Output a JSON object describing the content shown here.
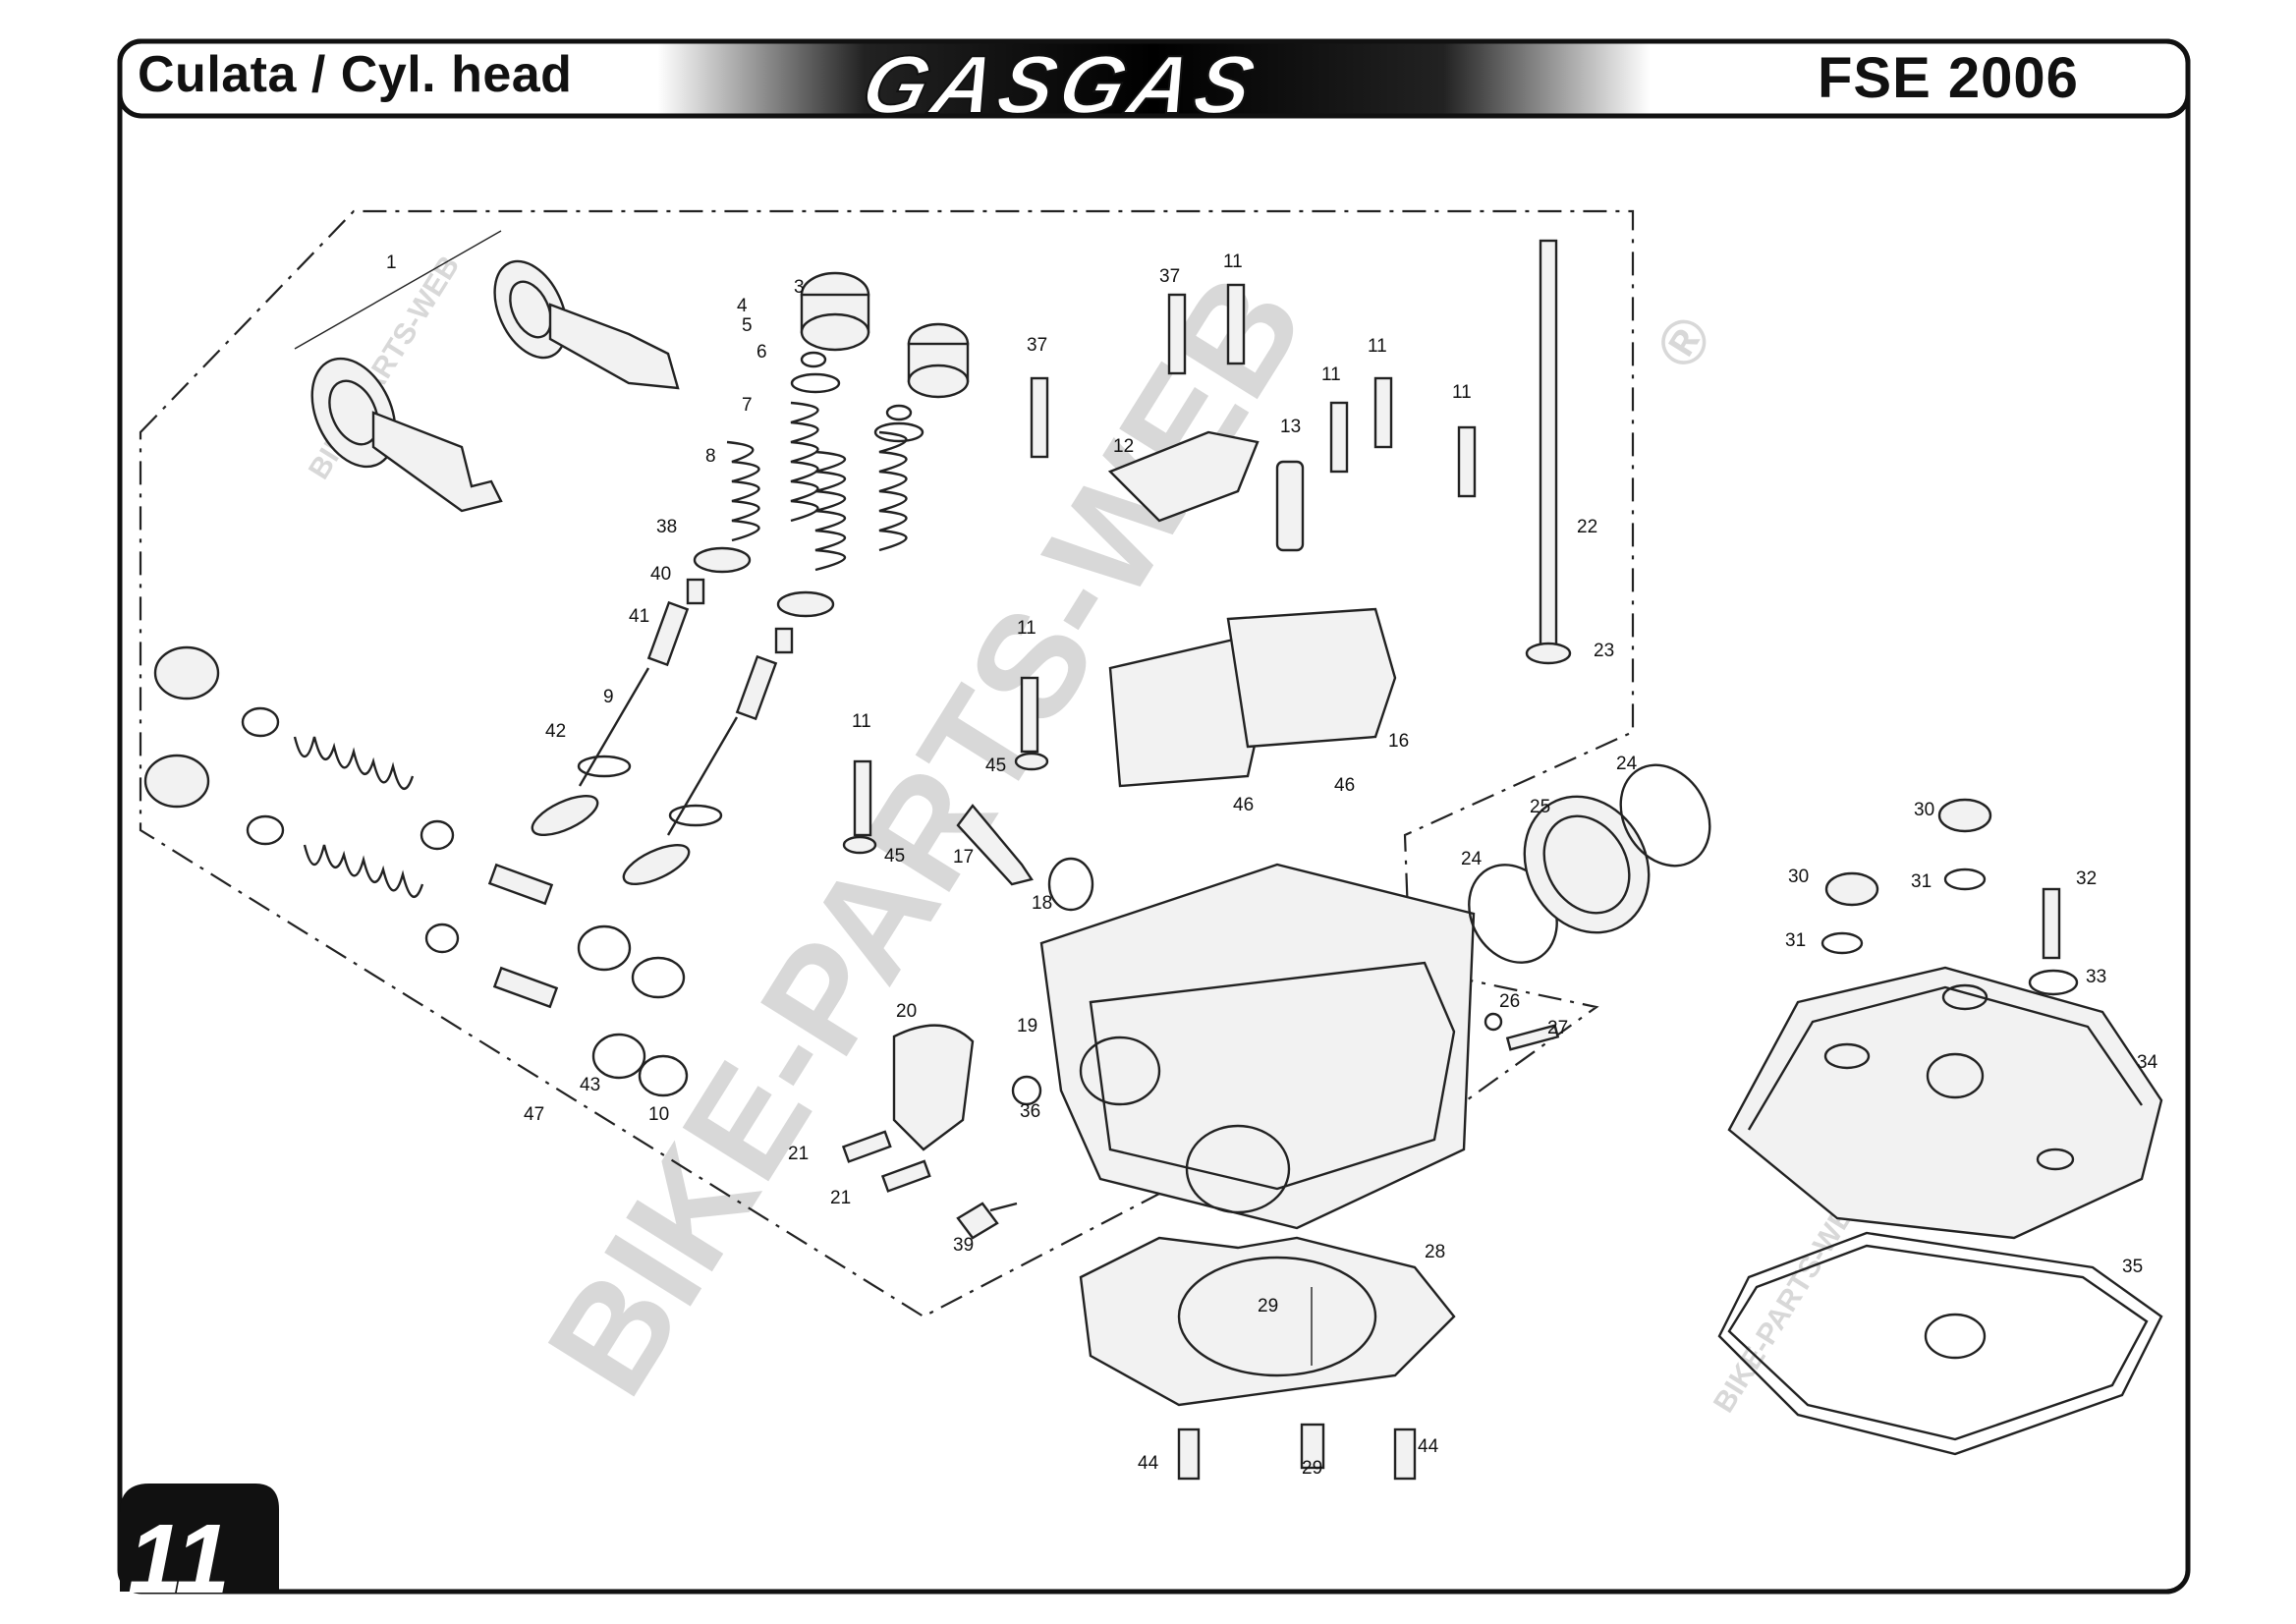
{
  "header": {
    "title_left": "Culata / Cyl. head",
    "brand": "GASGAS",
    "model": "FSE 2006"
  },
  "page_number": "11",
  "watermark": {
    "main": "BIKE-PARTS-WEB",
    "copyright": "®",
    "small": "BIKE-PARTS-WEB"
  },
  "labels": [
    {
      "id": "p1",
      "text": "1"
    },
    {
      "id": "p3",
      "text": "3"
    },
    {
      "id": "p4",
      "text": "4"
    },
    {
      "id": "p5",
      "text": "5"
    },
    {
      "id": "p6",
      "text": "6"
    },
    {
      "id": "p7",
      "text": "7"
    },
    {
      "id": "p8",
      "text": "8"
    },
    {
      "id": "p38",
      "text": "38"
    },
    {
      "id": "p40",
      "text": "40"
    },
    {
      "id": "p41",
      "text": "41"
    },
    {
      "id": "p9",
      "text": "9"
    },
    {
      "id": "p42",
      "text": "42"
    },
    {
      "id": "p47",
      "text": "47"
    },
    {
      "id": "p43",
      "text": "43"
    },
    {
      "id": "p10",
      "text": "10"
    },
    {
      "id": "p37a",
      "text": "37"
    },
    {
      "id": "p37b",
      "text": "37"
    },
    {
      "id": "p11a",
      "text": "11"
    },
    {
      "id": "p11b",
      "text": "11"
    },
    {
      "id": "p11c",
      "text": "11"
    },
    {
      "id": "p11d",
      "text": "11"
    },
    {
      "id": "p11e",
      "text": "11"
    },
    {
      "id": "p11f",
      "text": "11"
    },
    {
      "id": "p12",
      "text": "12"
    },
    {
      "id": "p13",
      "text": "13"
    },
    {
      "id": "p22",
      "text": "22"
    },
    {
      "id": "p23",
      "text": "23"
    },
    {
      "id": "p16",
      "text": "16"
    },
    {
      "id": "p46a",
      "text": "46"
    },
    {
      "id": "p46b",
      "text": "46"
    },
    {
      "id": "p45a",
      "text": "45"
    },
    {
      "id": "p45b",
      "text": "45"
    },
    {
      "id": "p17",
      "text": "17"
    },
    {
      "id": "p18",
      "text": "18"
    },
    {
      "id": "p24a",
      "text": "24"
    },
    {
      "id": "p24b",
      "text": "24"
    },
    {
      "id": "p25",
      "text": "25"
    },
    {
      "id": "p19",
      "text": "19"
    },
    {
      "id": "p20",
      "text": "20"
    },
    {
      "id": "p36",
      "text": "36"
    },
    {
      "id": "p21a",
      "text": "21"
    },
    {
      "id": "p21b",
      "text": "21"
    },
    {
      "id": "p39",
      "text": "39"
    },
    {
      "id": "p26",
      "text": "26"
    },
    {
      "id": "p27",
      "text": "27"
    },
    {
      "id": "p28",
      "text": "28"
    },
    {
      "id": "p29a",
      "text": "29"
    },
    {
      "id": "p29b",
      "text": "29"
    },
    {
      "id": "p44a",
      "text": "44"
    },
    {
      "id": "p44b",
      "text": "44"
    },
    {
      "id": "p30a",
      "text": "30"
    },
    {
      "id": "p30b",
      "text": "30"
    },
    {
      "id": "p31a",
      "text": "31"
    },
    {
      "id": "p31b",
      "text": "31"
    },
    {
      "id": "p32",
      "text": "32"
    },
    {
      "id": "p33",
      "text": "33"
    },
    {
      "id": "p34",
      "text": "34"
    },
    {
      "id": "p35",
      "text": "35"
    }
  ]
}
